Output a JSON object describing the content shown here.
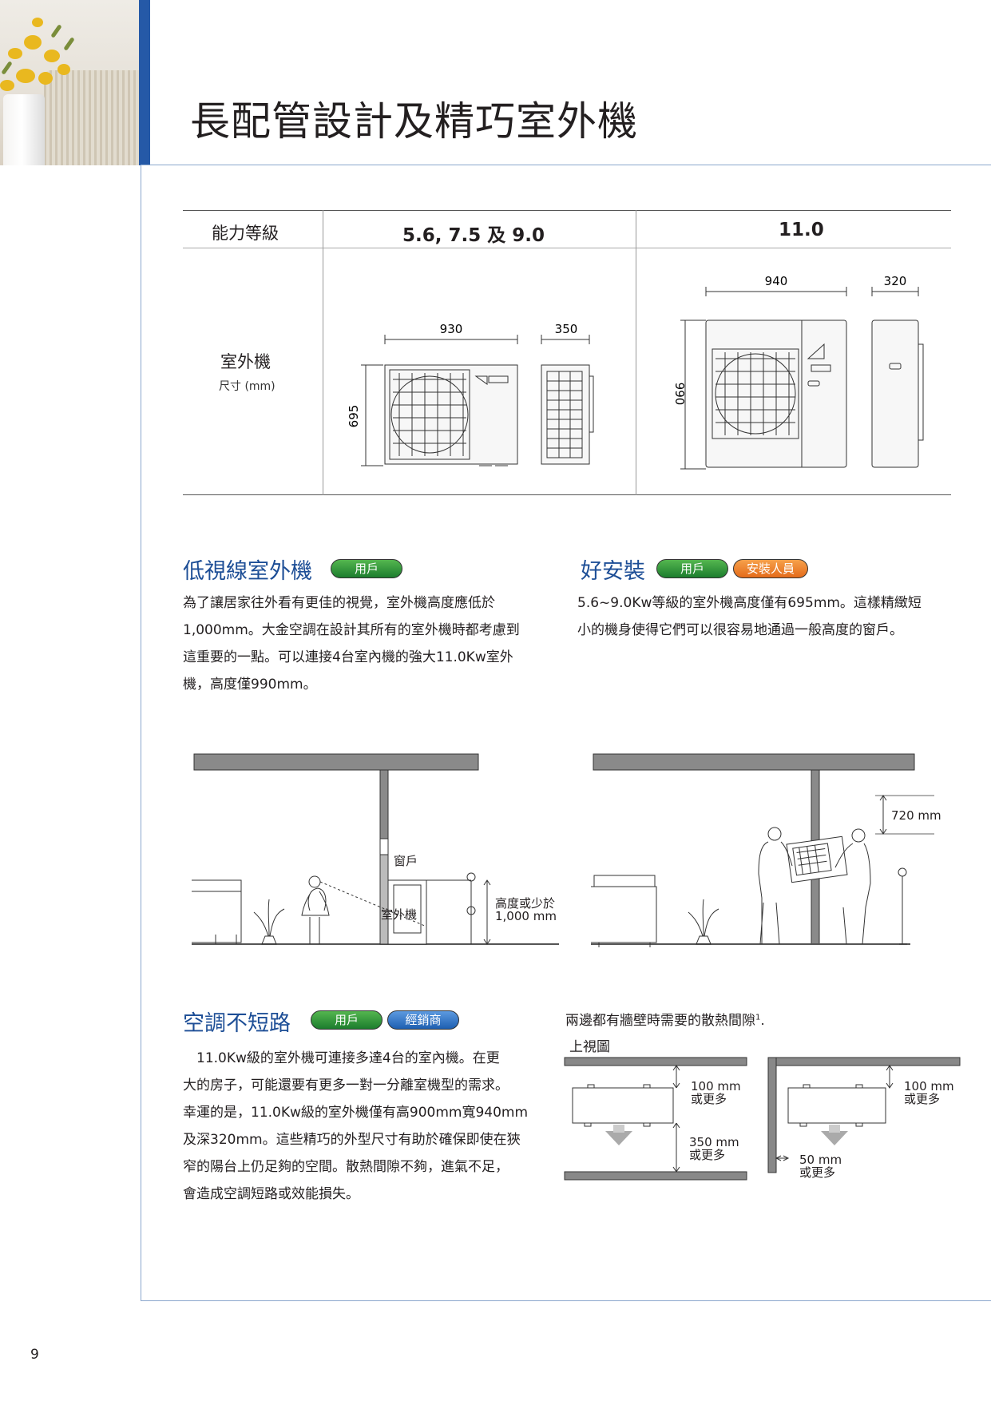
{
  "page": {
    "title": "長配管設計及精巧室外機",
    "number": "9"
  },
  "spec_table": {
    "header_label": "能力等級",
    "col1_header": "5.6, 7.5 及 9.0",
    "col2_header": "11.0",
    "row_label": "室外機",
    "row_sublabel": "尺寸 (mm)",
    "small_unit": {
      "width": "930",
      "depth": "350",
      "height": "695"
    },
    "large_unit": {
      "width": "940",
      "depth": "320",
      "height": "990"
    }
  },
  "sections": {
    "low_sight": {
      "title": "低視線室外機",
      "badges": [
        "用戶"
      ],
      "text_lines": [
        "為了讓居家往外看有更佳的視覺，室外機高度應低於",
        "1,000mm。大金空調在設計其所有的室外機時都考慮到",
        "這重要的一點。可以連接4台室內機的強大11.0Kw室外",
        "機，高度僅990mm。"
      ]
    },
    "easy_install": {
      "title": "好安裝",
      "badges": [
        "用戶",
        "安裝人員"
      ],
      "text_lines": [
        "5.6~9.0Kw等級的室外機高度僅有695mm。這樣精緻短",
        "小的機身使得它們可以很容易地通過一般高度的窗戶。"
      ]
    },
    "no_short": {
      "title": "空調不短路",
      "badges": [
        "用戶",
        "經銷商"
      ],
      "text_lines": [
        "　11.0Kw級的室外機可連接多達4台的室內機。在更",
        "大的房子，可能還要有更多一對一分離室機型的需求。",
        "幸運的是，11.0Kw級的室外機僅有高900mm寬940mm",
        "及深320mm。這些精巧的外型尺寸有助於確保即使在狹",
        "窄的陽台上仍足夠的空間。散熱間隙不夠，進氣不足，",
        "會造成空調短路或效能損失。"
      ]
    }
  },
  "diagram_left": {
    "window": "窗戶",
    "unit": "室外機",
    "height_line1": "高度或少於",
    "height_line2": "1,000 mm"
  },
  "diagram_right": {
    "height": "720 mm"
  },
  "clearance": {
    "intro": "兩邊都有牆壁時需要的散熱間隙",
    "footnote": "1",
    "view": "上視圖",
    "a_top_1": "100 mm",
    "a_top_2": "或更多",
    "a_bot_1": "350 mm",
    "a_bot_2": "或更多",
    "b_top_1": "100 mm",
    "b_top_2": "或更多",
    "b_side_1": "50 mm",
    "b_side_2": "或更多"
  },
  "colors": {
    "accent_blue": "#2559a7",
    "title_blue": "#1d4e96",
    "badge_green": "#2a8c35",
    "badge_orange": "#e8761f",
    "badge_blue": "#2266b8"
  }
}
